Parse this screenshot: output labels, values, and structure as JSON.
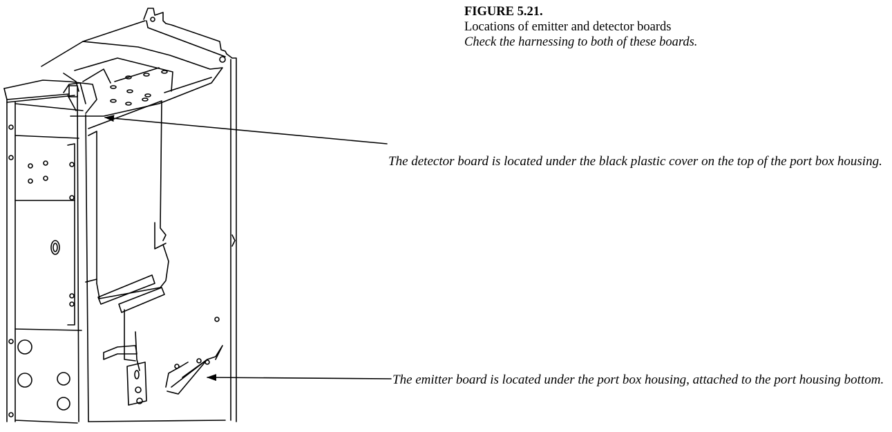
{
  "figure": {
    "number": "FIGURE 5.21.",
    "title": "Locations of emitter and detector boards",
    "note": "Check the harnessing to both of these boards."
  },
  "callouts": {
    "detector": "The detector board is located under the black plastic cover on the top of the port box housing.",
    "emitter": "The emitter board is located under the port box housing, attached to the port housing bottom."
  },
  "colors": {
    "ink": "#000000",
    "paper": "#ffffff"
  }
}
